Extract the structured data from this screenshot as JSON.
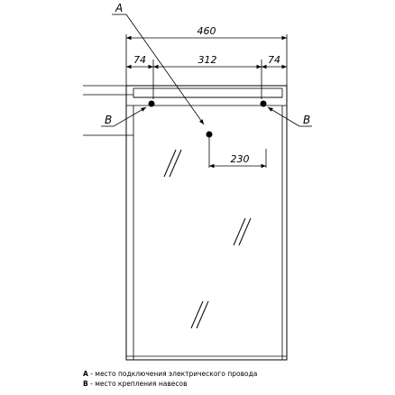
{
  "labels": {
    "point_a": "A",
    "point_b_left": "B",
    "point_b_right": "B"
  },
  "dimensions": {
    "overall_width": "460",
    "left_offset": "74",
    "center_span": "312",
    "right_offset": "74",
    "wire_offset": "230"
  },
  "legend": {
    "a_key": "A",
    "a_text": " - место подключения электрического провода",
    "b_key": "B",
    "b_text": " - место крепления навесов"
  }
}
